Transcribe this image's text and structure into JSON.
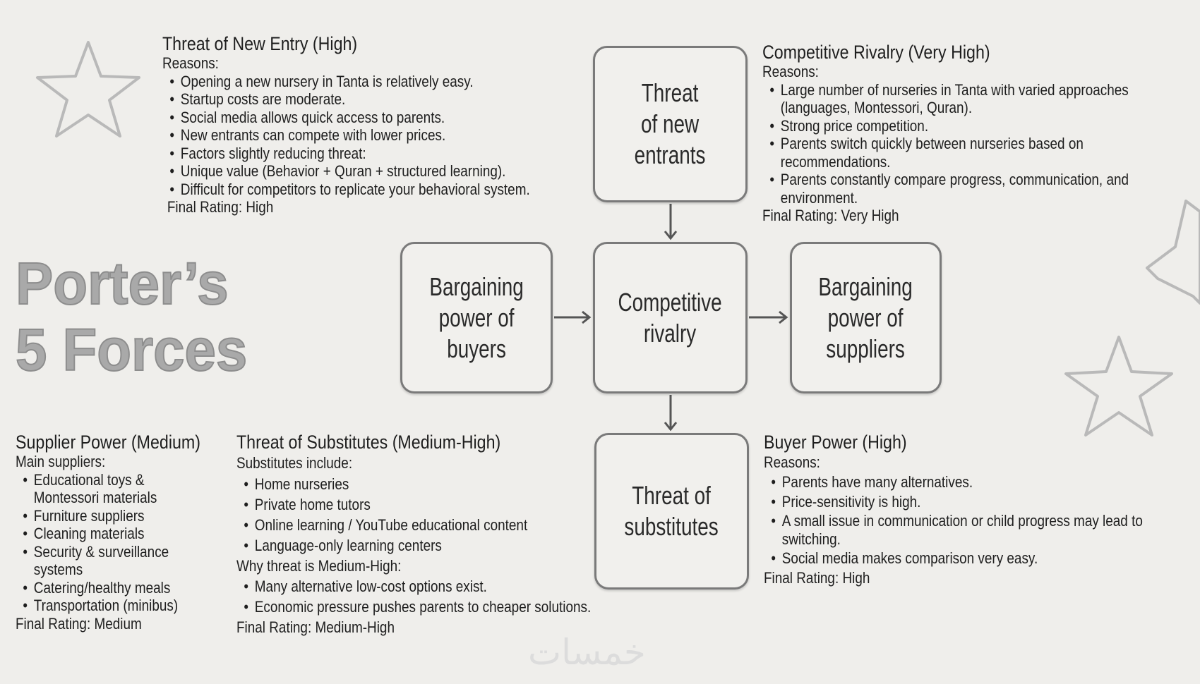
{
  "title": {
    "line1": "Porter’s",
    "line2": "5 Forces"
  },
  "boxes": {
    "new_entrants": [
      "Threat",
      "of new",
      "entrants"
    ],
    "rivalry": [
      "Competitive",
      "rivalry"
    ],
    "buyers": [
      "Bargaining",
      "power of",
      "buyers"
    ],
    "suppliers": [
      "Bargaining",
      "power of",
      "suppliers"
    ],
    "substitutes": [
      "Threat of",
      "substitutes"
    ]
  },
  "new_entry": {
    "heading": "Threat of New Entry (High)",
    "label": "Reasons:",
    "items": [
      "Opening a new nursery in Tanta is relatively easy.",
      "Startup costs are moderate.",
      "Social media allows quick access to parents.",
      "New entrants can compete with lower prices.",
      "Factors slightly reducing threat:",
      "Unique value (Behavior + Quran + structured learning).",
      "Difficult for competitors to replicate your behavioral system."
    ],
    "rating": "Final Rating: High"
  },
  "rivalry": {
    "heading": "Competitive Rivalry (Very High)",
    "label": "Reasons:",
    "items": [
      [
        "Large number of nurseries in Tanta with varied approaches",
        "(languages, Montessori, Quran)."
      ],
      [
        "Strong price competition."
      ],
      [
        "Parents switch quickly between nurseries based on",
        "recommendations."
      ],
      [
        "Parents constantly compare progress, communication, and",
        "environment."
      ]
    ],
    "rating": "Final Rating: Very High"
  },
  "supplier": {
    "heading": "Supplier Power (Medium)",
    "label": "Main suppliers:",
    "items": [
      [
        "Educational toys &",
        "Montessori materials"
      ],
      [
        "Furniture suppliers"
      ],
      [
        "Cleaning materials"
      ],
      [
        "Security & surveillance",
        "systems"
      ],
      [
        "Catering/healthy meals"
      ],
      [
        "Transportation (minibus)"
      ]
    ],
    "rating": "Final Rating: Medium"
  },
  "substitutes": {
    "heading": "Threat of Substitutes (Medium-High)",
    "label": "Substitutes include:",
    "items": [
      "Home nurseries",
      "Private home tutors",
      "Online learning / YouTube educational content",
      "Language-only learning centers"
    ],
    "label2": "Why threat is Medium-High:",
    "items2": [
      "Many alternative low-cost options exist.",
      "Economic pressure pushes parents to cheaper solutions."
    ],
    "rating": "Final Rating: Medium-High"
  },
  "buyer": {
    "heading": "Buyer Power (High)",
    "label": "Reasons:",
    "items": [
      [
        "Parents have many alternatives."
      ],
      [
        "Price-sensitivity is high."
      ],
      [
        "A small issue in communication or child progress may lead to",
        "switching."
      ],
      [
        "Social media makes comparison very easy."
      ]
    ],
    "rating": "Final Rating: High"
  },
  "watermark": "خمسات"
}
